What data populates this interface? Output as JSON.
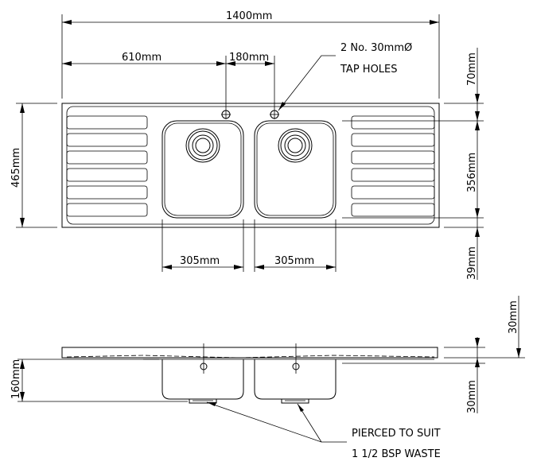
{
  "dimensions": {
    "overall_width": "1400mm",
    "tap_offset": "610mm",
    "tap_spacing": "180mm",
    "overall_depth": "465mm",
    "top_margin": "70mm",
    "bowl_length": "356mm",
    "bottom_margin": "39mm",
    "left_bowl_width": "305mm",
    "right_bowl_width": "305mm",
    "top_thickness": "30mm",
    "bowl_depth": "160mm",
    "waste_depth": "30mm"
  },
  "notes": {
    "tap_holes_line1": "2 No. 30mmØ",
    "tap_holes_line2": "TAP HOLES",
    "waste_line1": "PIERCED TO SUIT",
    "waste_line2": "1 1/2 BSP WASTE"
  }
}
